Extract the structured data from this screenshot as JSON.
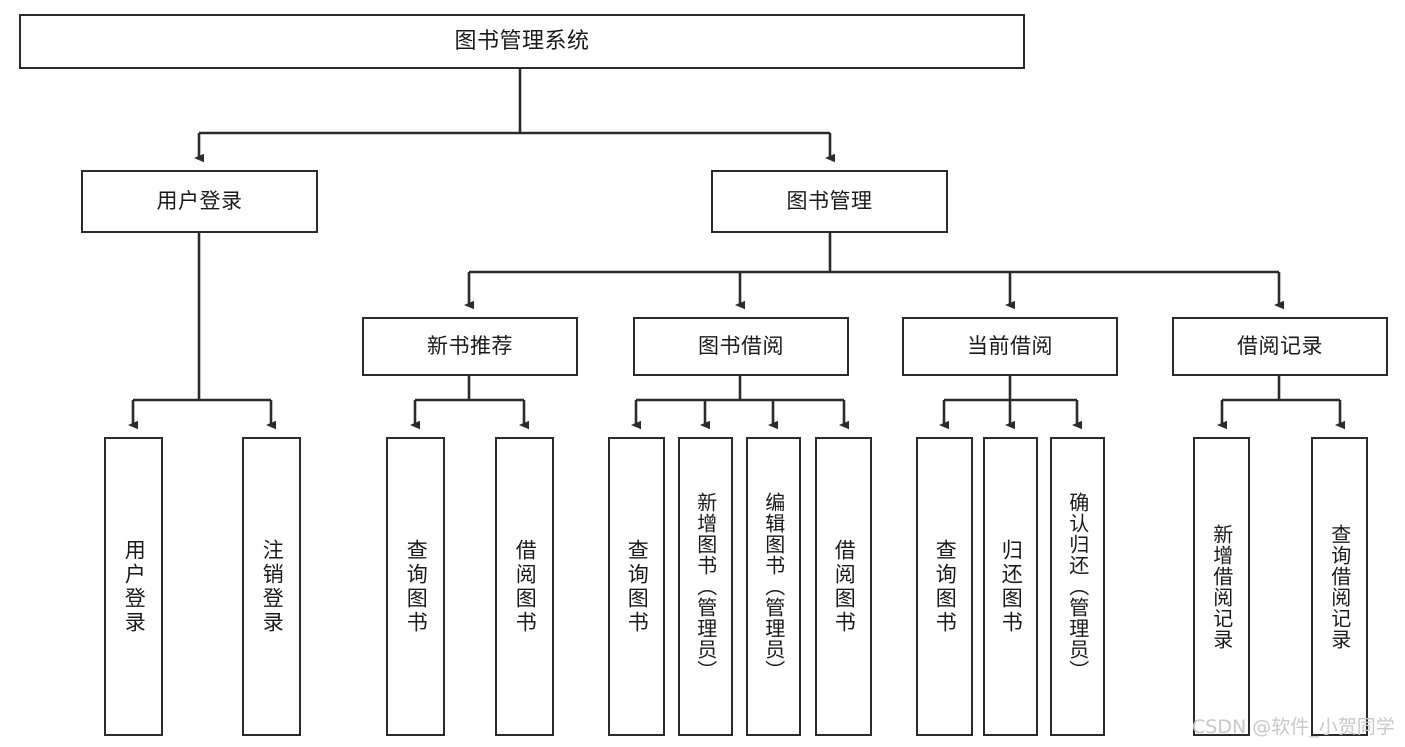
{
  "diagram": {
    "title": "图书管理系统",
    "type": "hierarchy-tree",
    "watermark": "CSDN @软件_小贺同学",
    "colors": {
      "box_border": "#2b2b2b",
      "box_fill": "#ffffff",
      "connector": "#2b2b2b",
      "text": "#1a1a1a",
      "watermark": "#c8c8c8"
    },
    "nodes": {
      "root": {
        "label": "图书管理系统"
      },
      "level2": [
        {
          "label": "用户登录"
        },
        {
          "label": "图书管理"
        }
      ],
      "level3": [
        {
          "label": "新书推荐"
        },
        {
          "label": "图书借阅"
        },
        {
          "label": "当前借阅"
        },
        {
          "label": "借阅记录"
        }
      ],
      "leaves": {
        "user_login": [
          {
            "label": "用户登录"
          },
          {
            "label": "注销登录"
          }
        ],
        "new_book_recommend": [
          {
            "label": "查询图书"
          },
          {
            "label": "借阅图书"
          }
        ],
        "book_borrow": [
          {
            "label": "查询图书"
          },
          {
            "label": "新增图书（管理员）"
          },
          {
            "label": "编辑图书（管理员）"
          },
          {
            "label": "借阅图书"
          }
        ],
        "current_borrow": [
          {
            "label": "查询图书"
          },
          {
            "label": "归还图书"
          },
          {
            "label": "确认归还（管理员）"
          }
        ],
        "borrow_record": [
          {
            "label": "新增借阅记录"
          },
          {
            "label": "查询借阅记录"
          }
        ]
      }
    }
  }
}
